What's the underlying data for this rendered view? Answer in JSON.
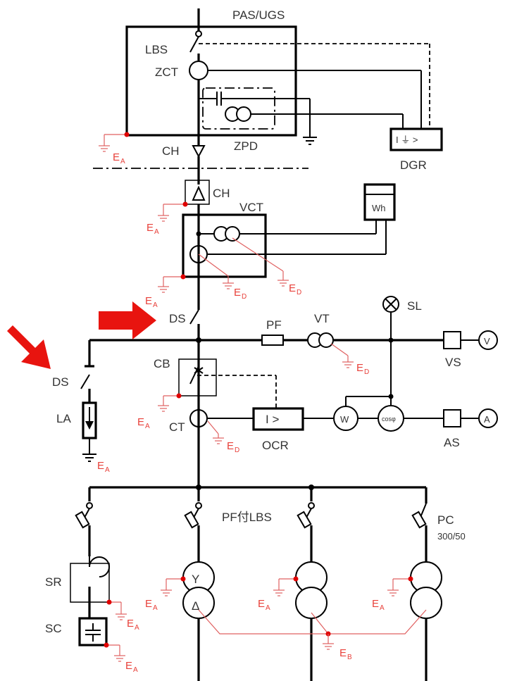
{
  "labels": {
    "pas_ugs": "PAS/UGS",
    "lbs": "LBS",
    "zct": "ZCT",
    "zpd": "ZPD",
    "dgr": "DGR",
    "dgr_symbol": "I ⏚ >",
    "ch_upper": "CH",
    "ch_lower": "CH",
    "vct": "VCT",
    "wh": "Wh",
    "ds_main": "DS",
    "ds_left": "DS",
    "la": "LA",
    "pf": "PF",
    "vt": "VT",
    "sl": "SL",
    "vs": "VS",
    "v_meter": "V",
    "cb": "CB",
    "ct": "CT",
    "ocr": "OCR",
    "ocr_symbol": "I >",
    "w_meter": "W",
    "pf_meter": "cosφ",
    "as": "AS",
    "a_meter": "A",
    "pf_lbs": "PF付LBS",
    "pc": "PC",
    "pc_rating": "300/50",
    "sr": "SR",
    "sc": "SC",
    "tr_y": "Y",
    "tr_delta": "Δ"
  },
  "grounds": {
    "ea_main": "E",
    "ea_main_sub": "A",
    "ea_ch": "E",
    "ea_ch_sub": "A",
    "ea_vct": "E",
    "ea_vct_sub": "A",
    "ed_vct1": "E",
    "ed_vct1_sub": "D",
    "ed_vct2": "E",
    "ed_vct2_sub": "D",
    "ed_vt": "E",
    "ed_vt_sub": "D",
    "ea_cb": "E",
    "ea_cb_sub": "A",
    "ed_ct": "E",
    "ed_ct_sub": "D",
    "ea_la": "E",
    "ea_la_sub": "A",
    "ea_sr": "E",
    "ea_sr_sub": "A",
    "ea_sc": "E",
    "ea_sc_sub": "A",
    "ea_tr1": "E",
    "ea_tr1_sub": "A",
    "ea_tr2": "E",
    "ea_tr2_sub": "A",
    "ea_tr3": "E",
    "ea_tr3_sub": "A",
    "eb": "E",
    "eb_sub": "B"
  },
  "colors": {
    "annotation": "#e8413b",
    "arrow": "#e8140f",
    "line": "#000000"
  }
}
